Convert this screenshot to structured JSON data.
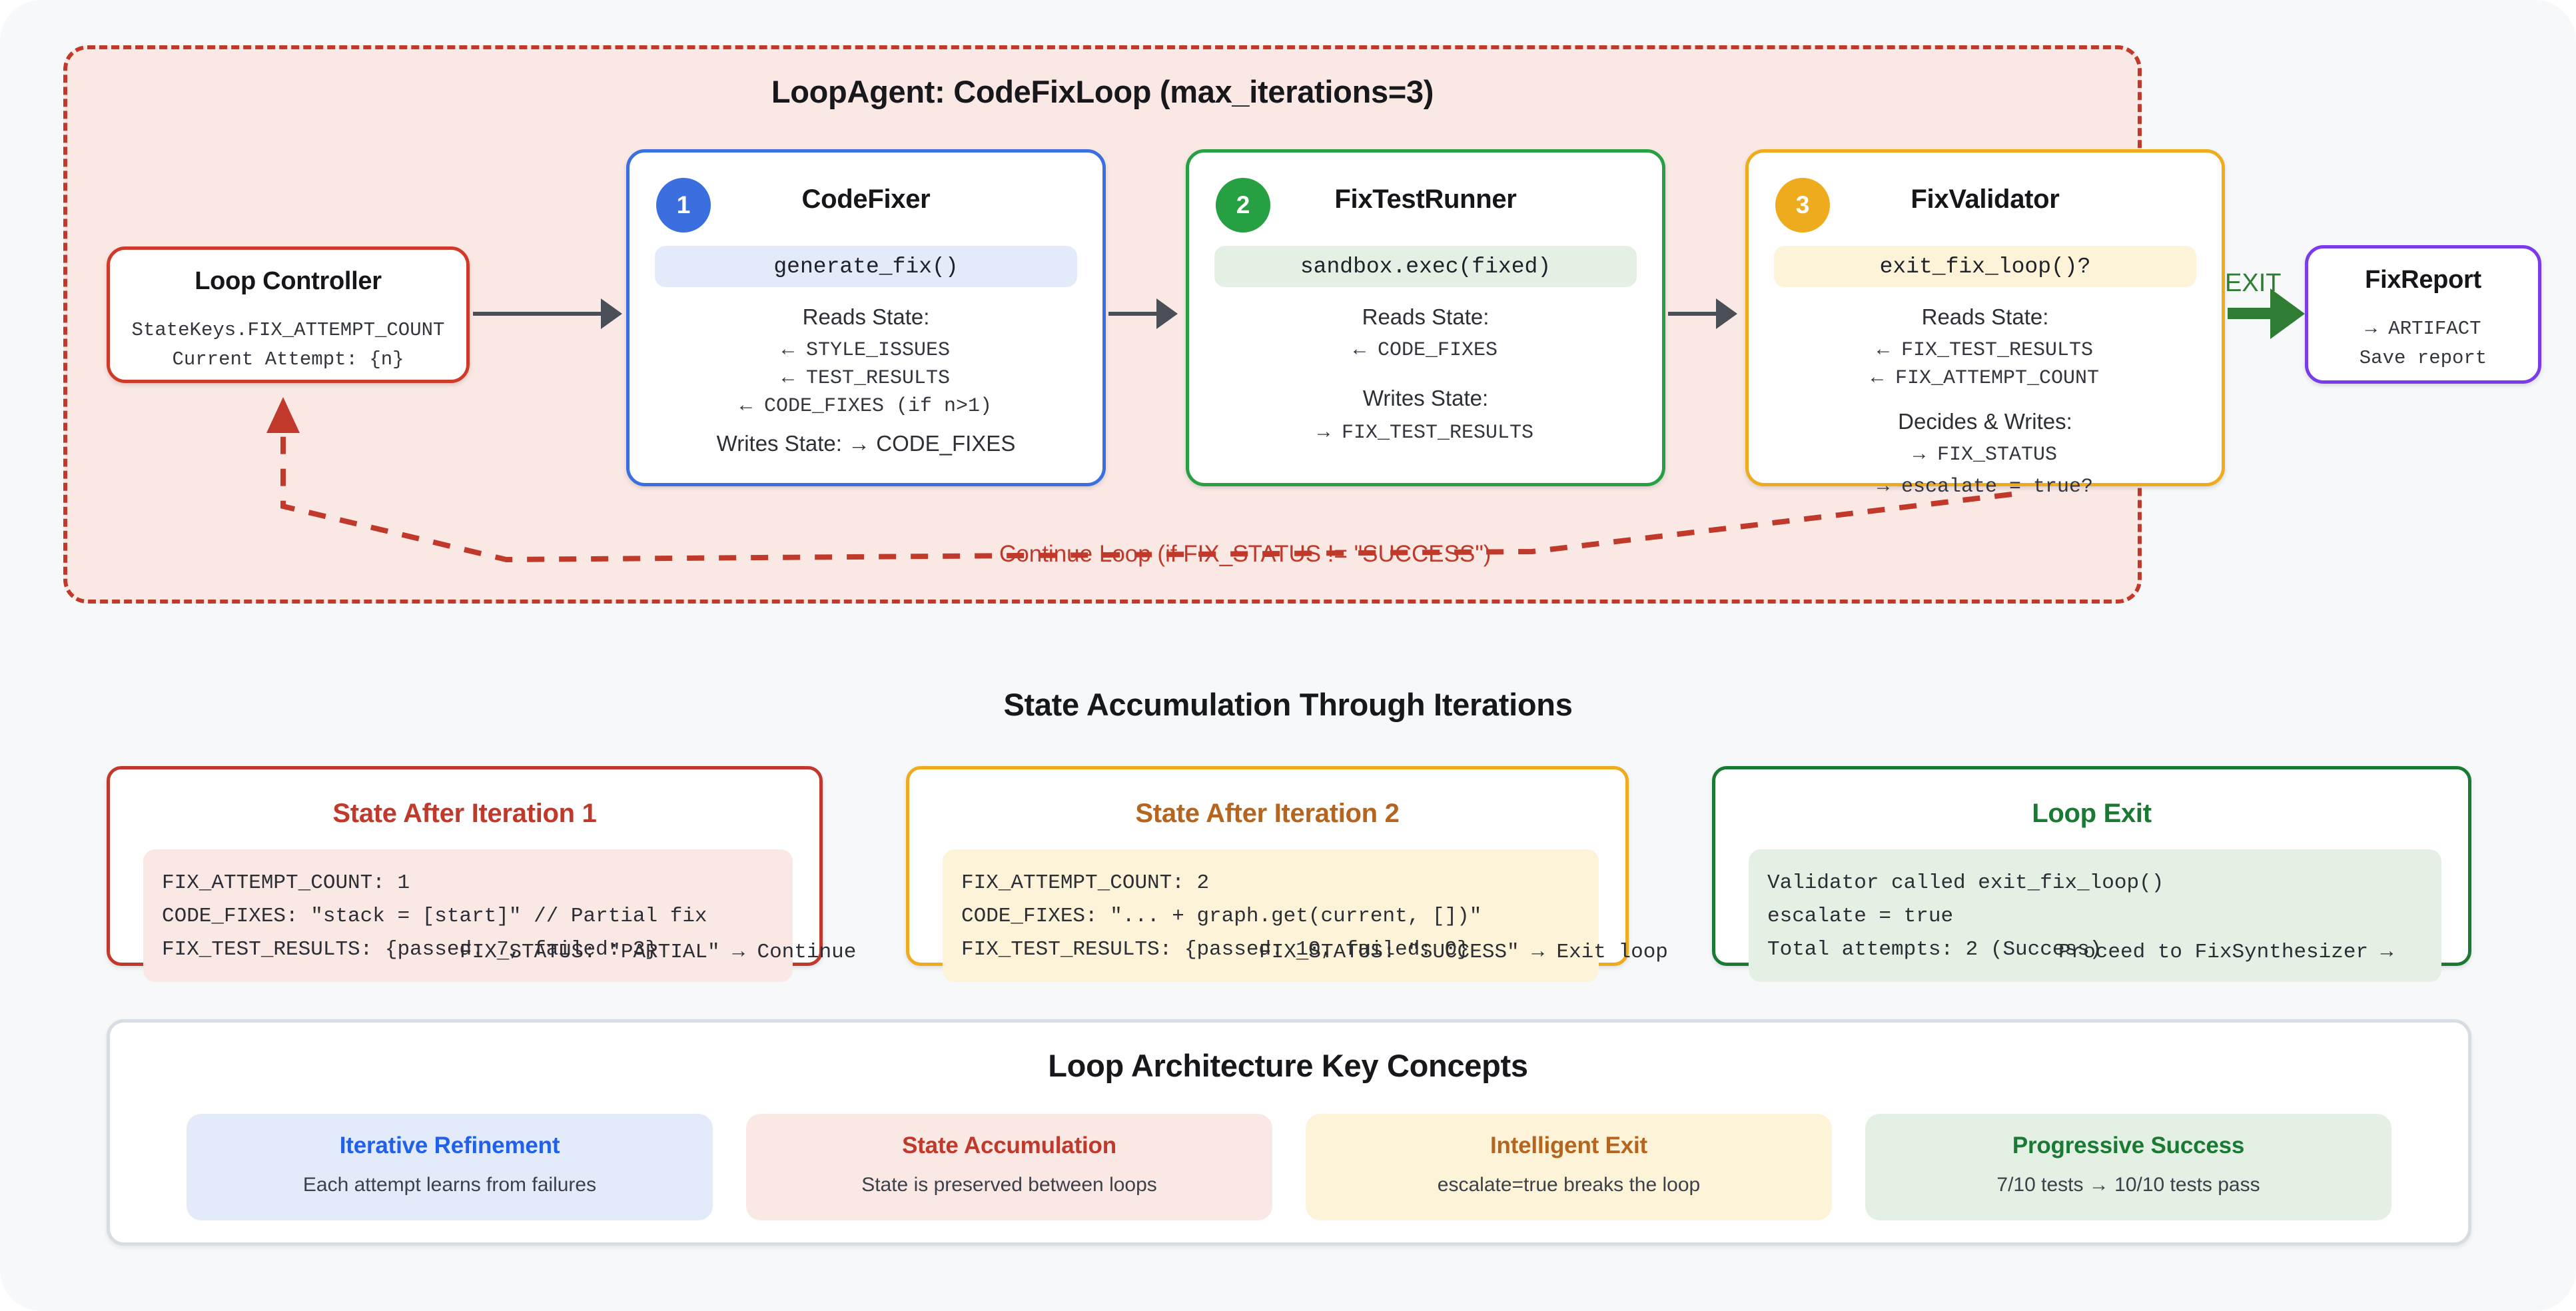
{
  "loop": {
    "title": "LoopAgent: CodeFixLoop (max_iterations=3)",
    "border_color": "#c0392b",
    "background": "#fae8e4"
  },
  "loop_controller": {
    "title": "Loop Controller",
    "line1": "StateKeys.FIX_ATTEMPT_COUNT",
    "line2": "Current Attempt: {n}",
    "border_color": "#d03a28"
  },
  "agents": [
    {
      "number": "1",
      "name": "CodeFixer",
      "method": "generate_fix()",
      "reads_label": "Reads State:",
      "reads": [
        "← STYLE_ISSUES",
        "← TEST_RESULTS",
        "← CODE_FIXES (if n>1)"
      ],
      "writes_inline": "Writes State: → CODE_FIXES",
      "accent": "#3b6fe0",
      "chip_bg": "#e3ebfb"
    },
    {
      "number": "2",
      "name": "FixTestRunner",
      "method": "sandbox.exec(fixed)",
      "reads_label": "Reads State:",
      "reads": [
        "← CODE_FIXES"
      ],
      "writes_label": "Writes State:",
      "writes": [
        "→ FIX_TEST_RESULTS"
      ],
      "accent": "#27a043",
      "chip_bg": "#e3f0e3"
    },
    {
      "number": "3",
      "name": "FixValidator",
      "method": "exit_fix_loop()?",
      "reads_label": "Reads State:",
      "reads": [
        "← FIX_TEST_RESULTS",
        "← FIX_ATTEMPT_COUNT"
      ],
      "writes_label": "Decides & Writes:",
      "writes": [
        "→ FIX_STATUS",
        "→ escalate = true?"
      ],
      "accent": "#eeab1e",
      "chip_bg": "#fcf3d9"
    }
  ],
  "exit": {
    "label": "EXIT",
    "color": "#2e7d32"
  },
  "fix_report": {
    "title": "FixReport",
    "line1": "→ ARTIFACT",
    "line2": "Save report",
    "border_color": "#7c3aed"
  },
  "feedback": {
    "label": "Continue Loop (if FIX_STATUS != \"SUCCESS\")",
    "color": "#c0392b"
  },
  "state_section": {
    "heading": "State Accumulation Through Iterations",
    "cards": [
      {
        "title": "State After Iteration 1",
        "lines": [
          "FIX_ATTEMPT_COUNT: 1",
          "CODE_FIXES: \"stack = [start]\" // Partial fix",
          "FIX_TEST_RESULTS: {passed: 7, failed: 3}"
        ],
        "footer": "FIX_STATUS: \"PARTIAL\" → Continue",
        "accent": "#c0392b",
        "body_bg": "#fae8e4"
      },
      {
        "title": "State After Iteration 2",
        "lines": [
          "FIX_ATTEMPT_COUNT: 2",
          "CODE_FIXES: \"... + graph.get(current, [])\"",
          "FIX_TEST_RESULTS: {passed: 10, failed: 0}"
        ],
        "footer": "FIX_STATUS: \"SUCCESS\" → Exit loop",
        "accent": "#eeab1e",
        "body_bg": "#fcf3d9"
      },
      {
        "title": "Loop Exit",
        "lines": [
          "Validator called exit_fix_loop()",
          "escalate = true",
          "Total attempts: 2 (Success)"
        ],
        "footer": "Proceed to FixSynthesizer →",
        "accent": "#1a7a33",
        "body_bg": "#e3f0e3"
      }
    ]
  },
  "concepts_section": {
    "heading": "Loop Architecture Key Concepts",
    "items": [
      {
        "title": "Iterative Refinement",
        "subtitle": "Each attempt learns from failures",
        "color": "#2160e8",
        "bg": "#e3ebfb"
      },
      {
        "title": "State Accumulation",
        "subtitle": "State is preserved between loops",
        "color": "#c0392b",
        "bg": "#fae8e4"
      },
      {
        "title": "Intelligent Exit",
        "subtitle": "escalate=true breaks the loop",
        "color": "#b5651d",
        "bg": "#fcf3d9"
      },
      {
        "title": "Progressive Success",
        "subtitle": "7/10 tests → 10/10 tests pass",
        "color": "#1a7a33",
        "bg": "#e3f0e3"
      }
    ]
  }
}
